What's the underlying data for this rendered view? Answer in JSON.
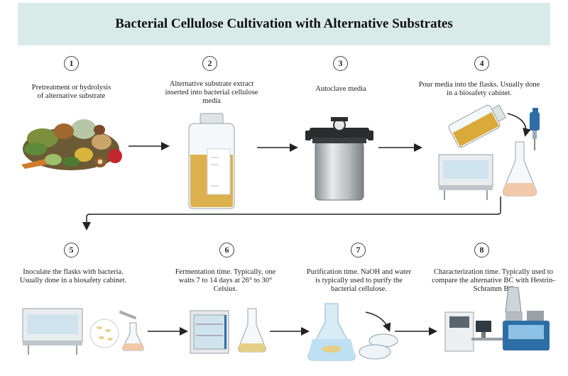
{
  "title": "Bacterial Cellulose Cultivation with Alternative Substrates",
  "steps": [
    {
      "num": "1",
      "caption": "Pretreatment or hydrolysis of alternative substrate"
    },
    {
      "num": "2",
      "caption": "Alternative substrate extract inserted into bacterial cellulose media"
    },
    {
      "num": "3",
      "caption": "Autoclave media"
    },
    {
      "num": "4",
      "caption": "Pour media into the flasks. Usually done in a biosafety cabinet."
    },
    {
      "num": "5",
      "caption": "Inoculate the flasks with bacteria. Usually done in a biosafety cabinet."
    },
    {
      "num": "6",
      "caption": "Fermentation time. Typically, one waits 7 to 14 days at 26° to 30° Celsius."
    },
    {
      "num": "7",
      "caption": "Purification time. NaOH and water is typically used to purify the bacterial cellulose."
    },
    {
      "num": "8",
      "caption": "Characterization time. Typically used to compare the alternative BC with Hestrin-Schramm BC"
    }
  ],
  "colors": {
    "banner": "#d9ebe9",
    "media": "#d9a93a",
    "flask_liquid": "#f2c9a8",
    "arrow": "#222222"
  }
}
